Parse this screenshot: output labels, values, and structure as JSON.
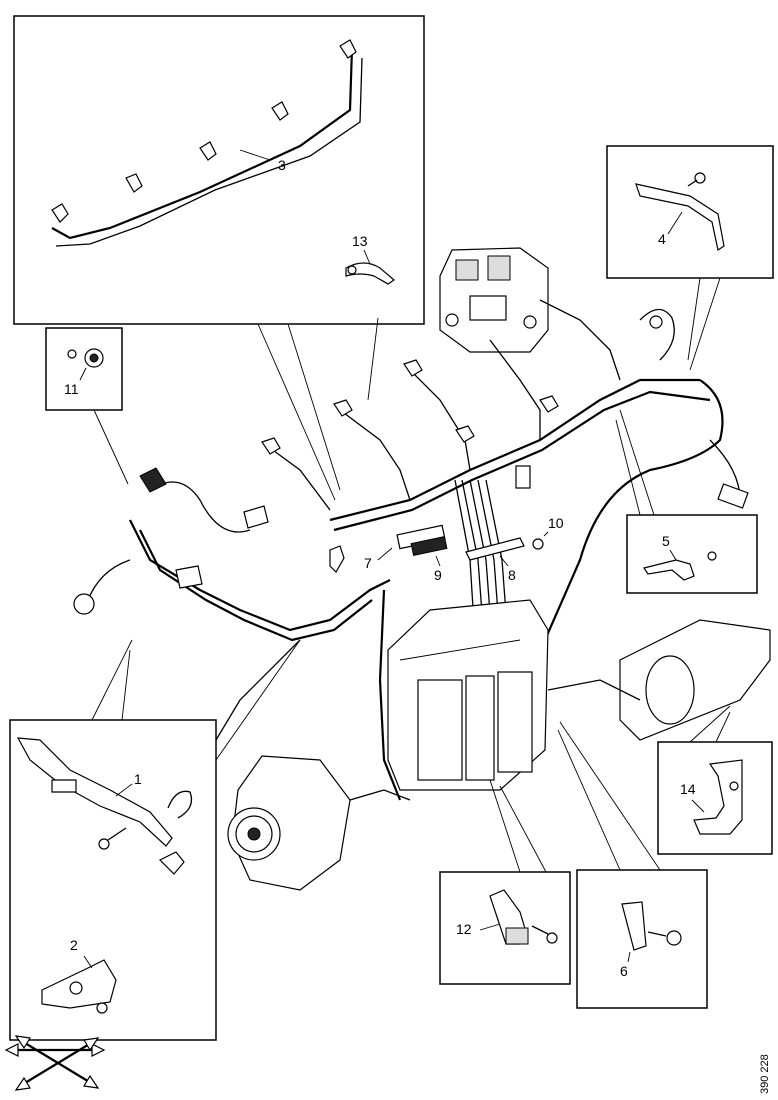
{
  "callouts": {
    "c1": "1",
    "c2": "2",
    "c3": "3",
    "c4": "4",
    "c5": "5",
    "c6": "6",
    "c7": "7",
    "c8": "8",
    "c9": "9",
    "c10": "10",
    "c11": "11",
    "c12": "12",
    "c13": "13",
    "c14": "14"
  },
  "reference_number": "390 228",
  "colors": {
    "line": "#000000",
    "background": "#ffffff"
  }
}
